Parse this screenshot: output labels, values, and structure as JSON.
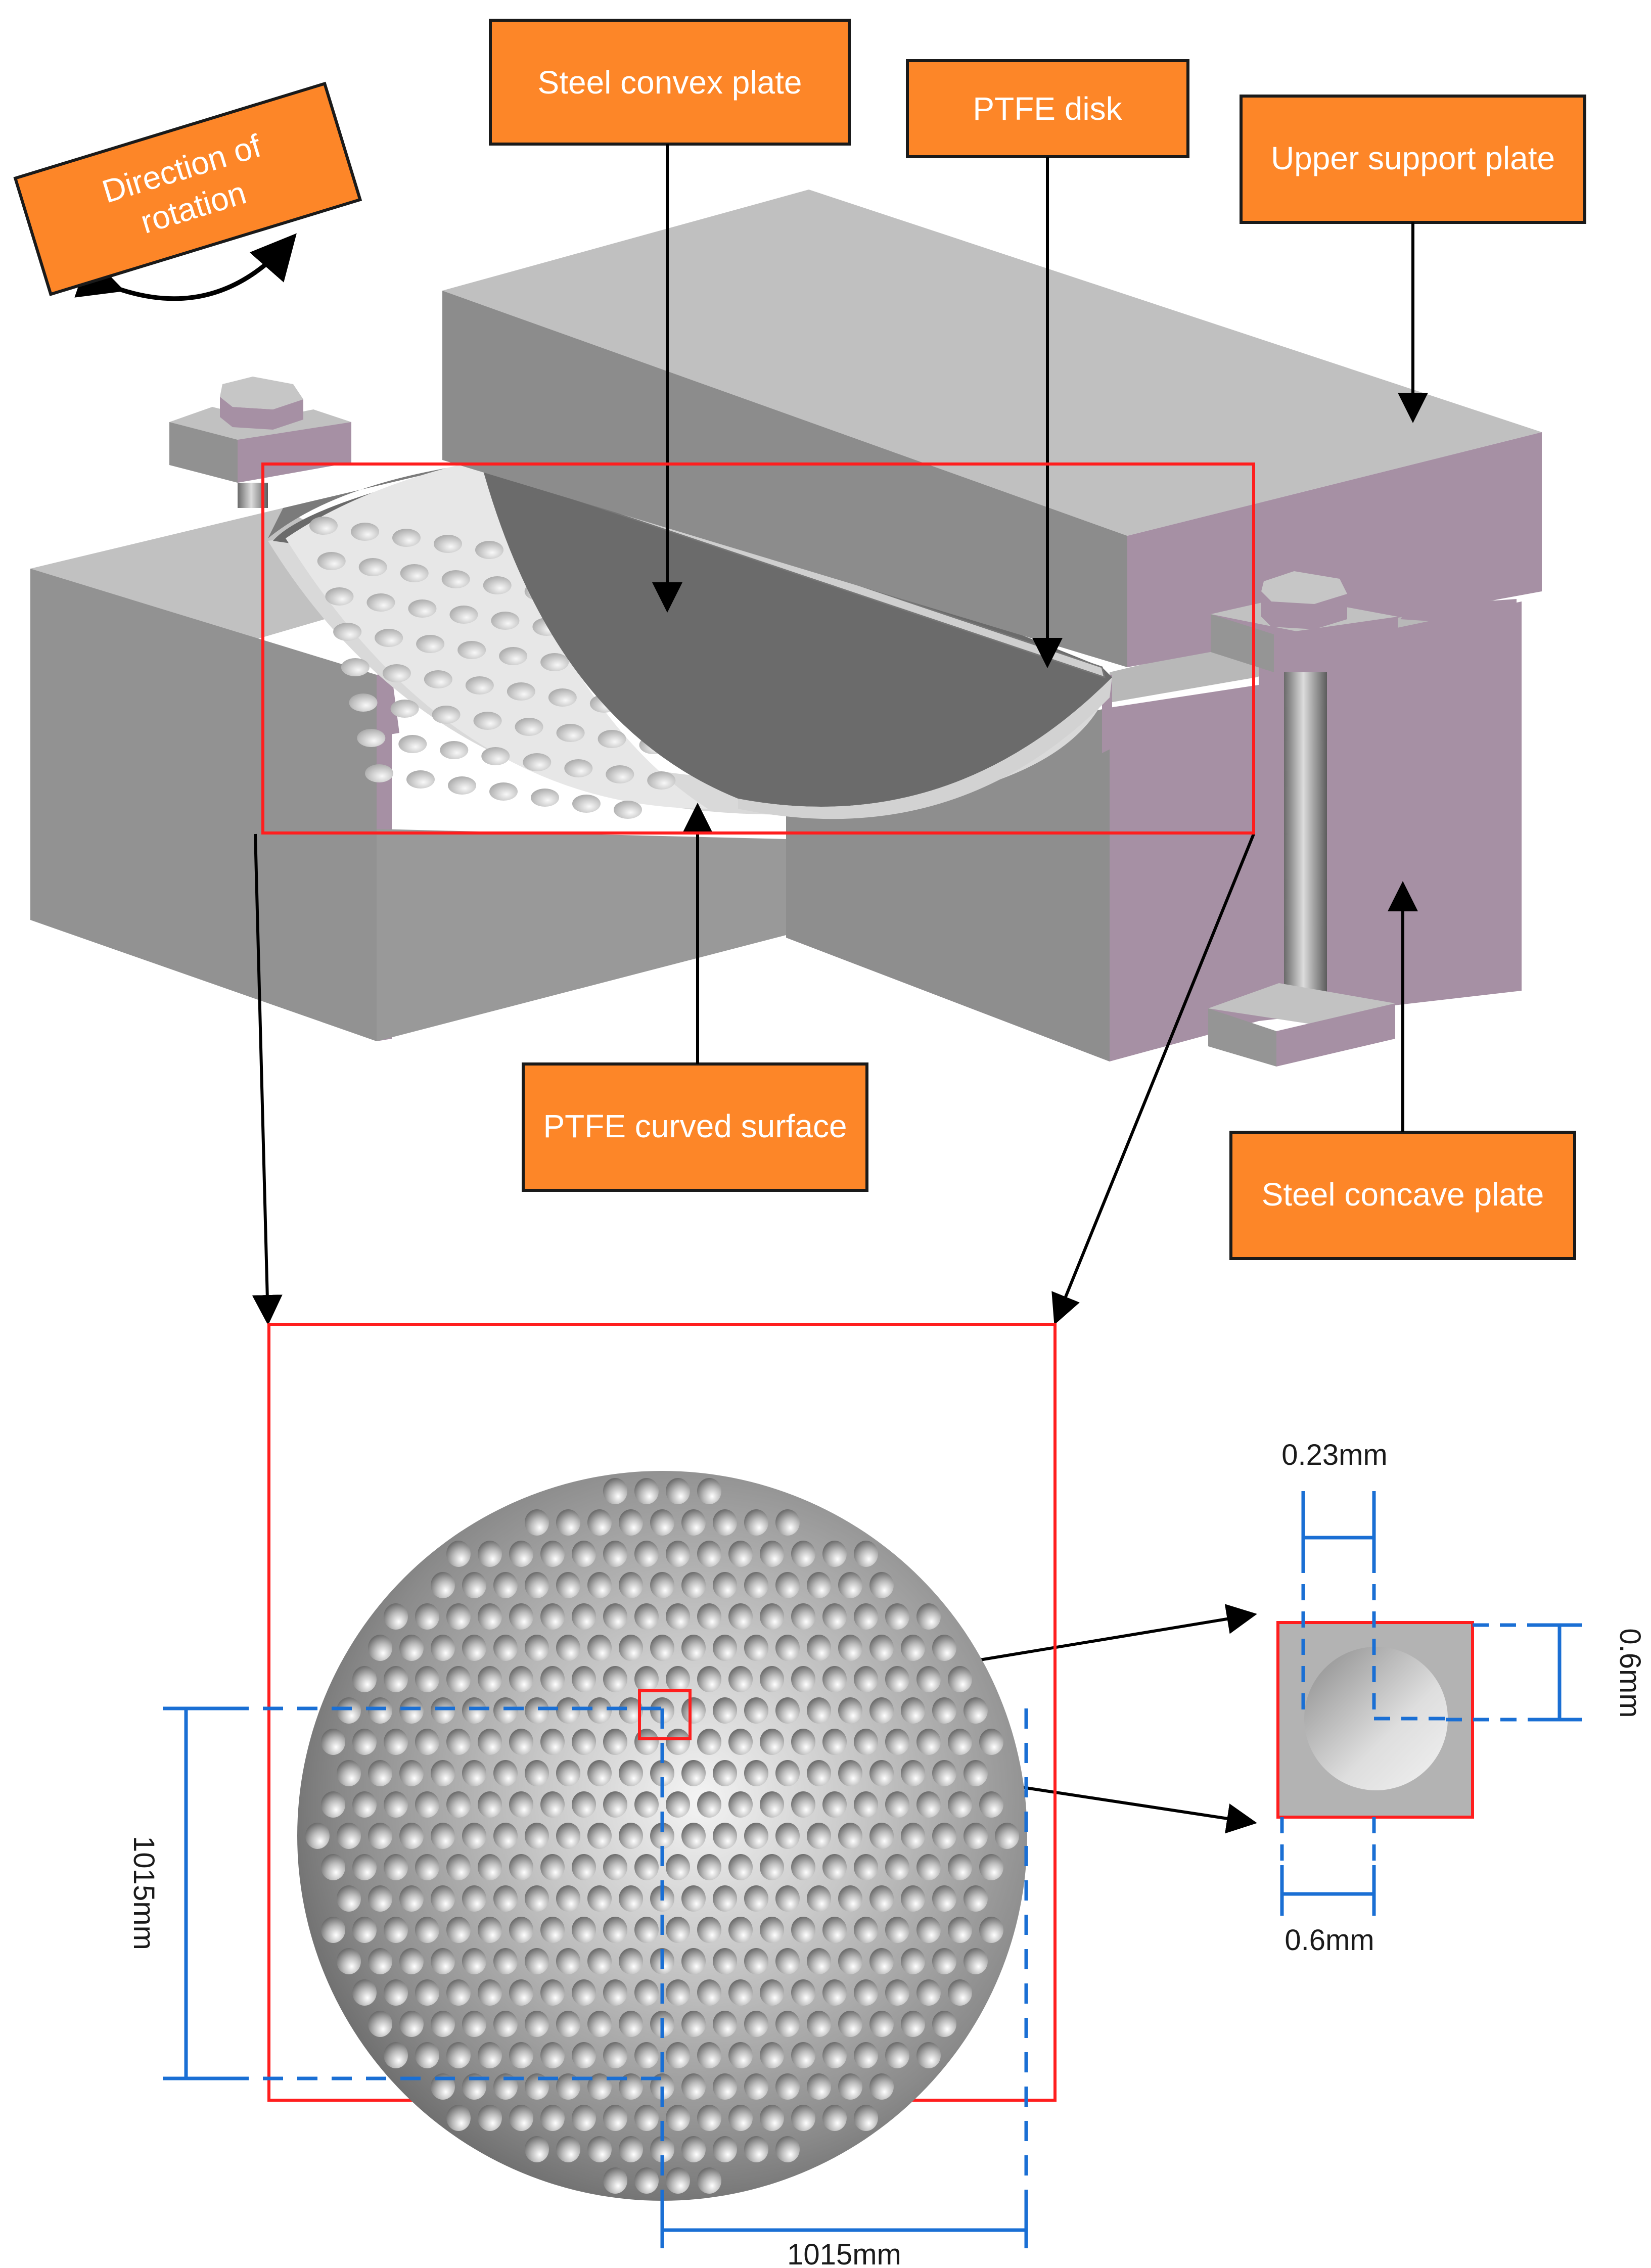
{
  "colors": {
    "label_fill": "#fd8628",
    "label_border": "#1a1a1a",
    "highlight": "#ff1e1e",
    "dimension": "#1a6fd4",
    "steel_top": "#c2c2c2",
    "steel_side": "#959595",
    "steel_face": "#a690a4",
    "steel_dark": "#6f6f6f"
  },
  "labels": {
    "steel_convex_plate": "Steel convex plate",
    "ptfe_disk": "PTFE disk",
    "upper_support_plate": "Upper support plate",
    "direction_of_rotation_line1": "Direction of",
    "direction_of_rotation_line2": "rotation",
    "ptfe_curved_surface": "PTFE curved surface",
    "steel_concave_plate": "Steel concave plate"
  },
  "dimensions": {
    "vertical_diameter": "1015mm",
    "horizontal_diameter": "1015mm",
    "dimple_depth": "0.23mm",
    "cell_height": "0.6mm",
    "cell_width": "0.6mm"
  }
}
